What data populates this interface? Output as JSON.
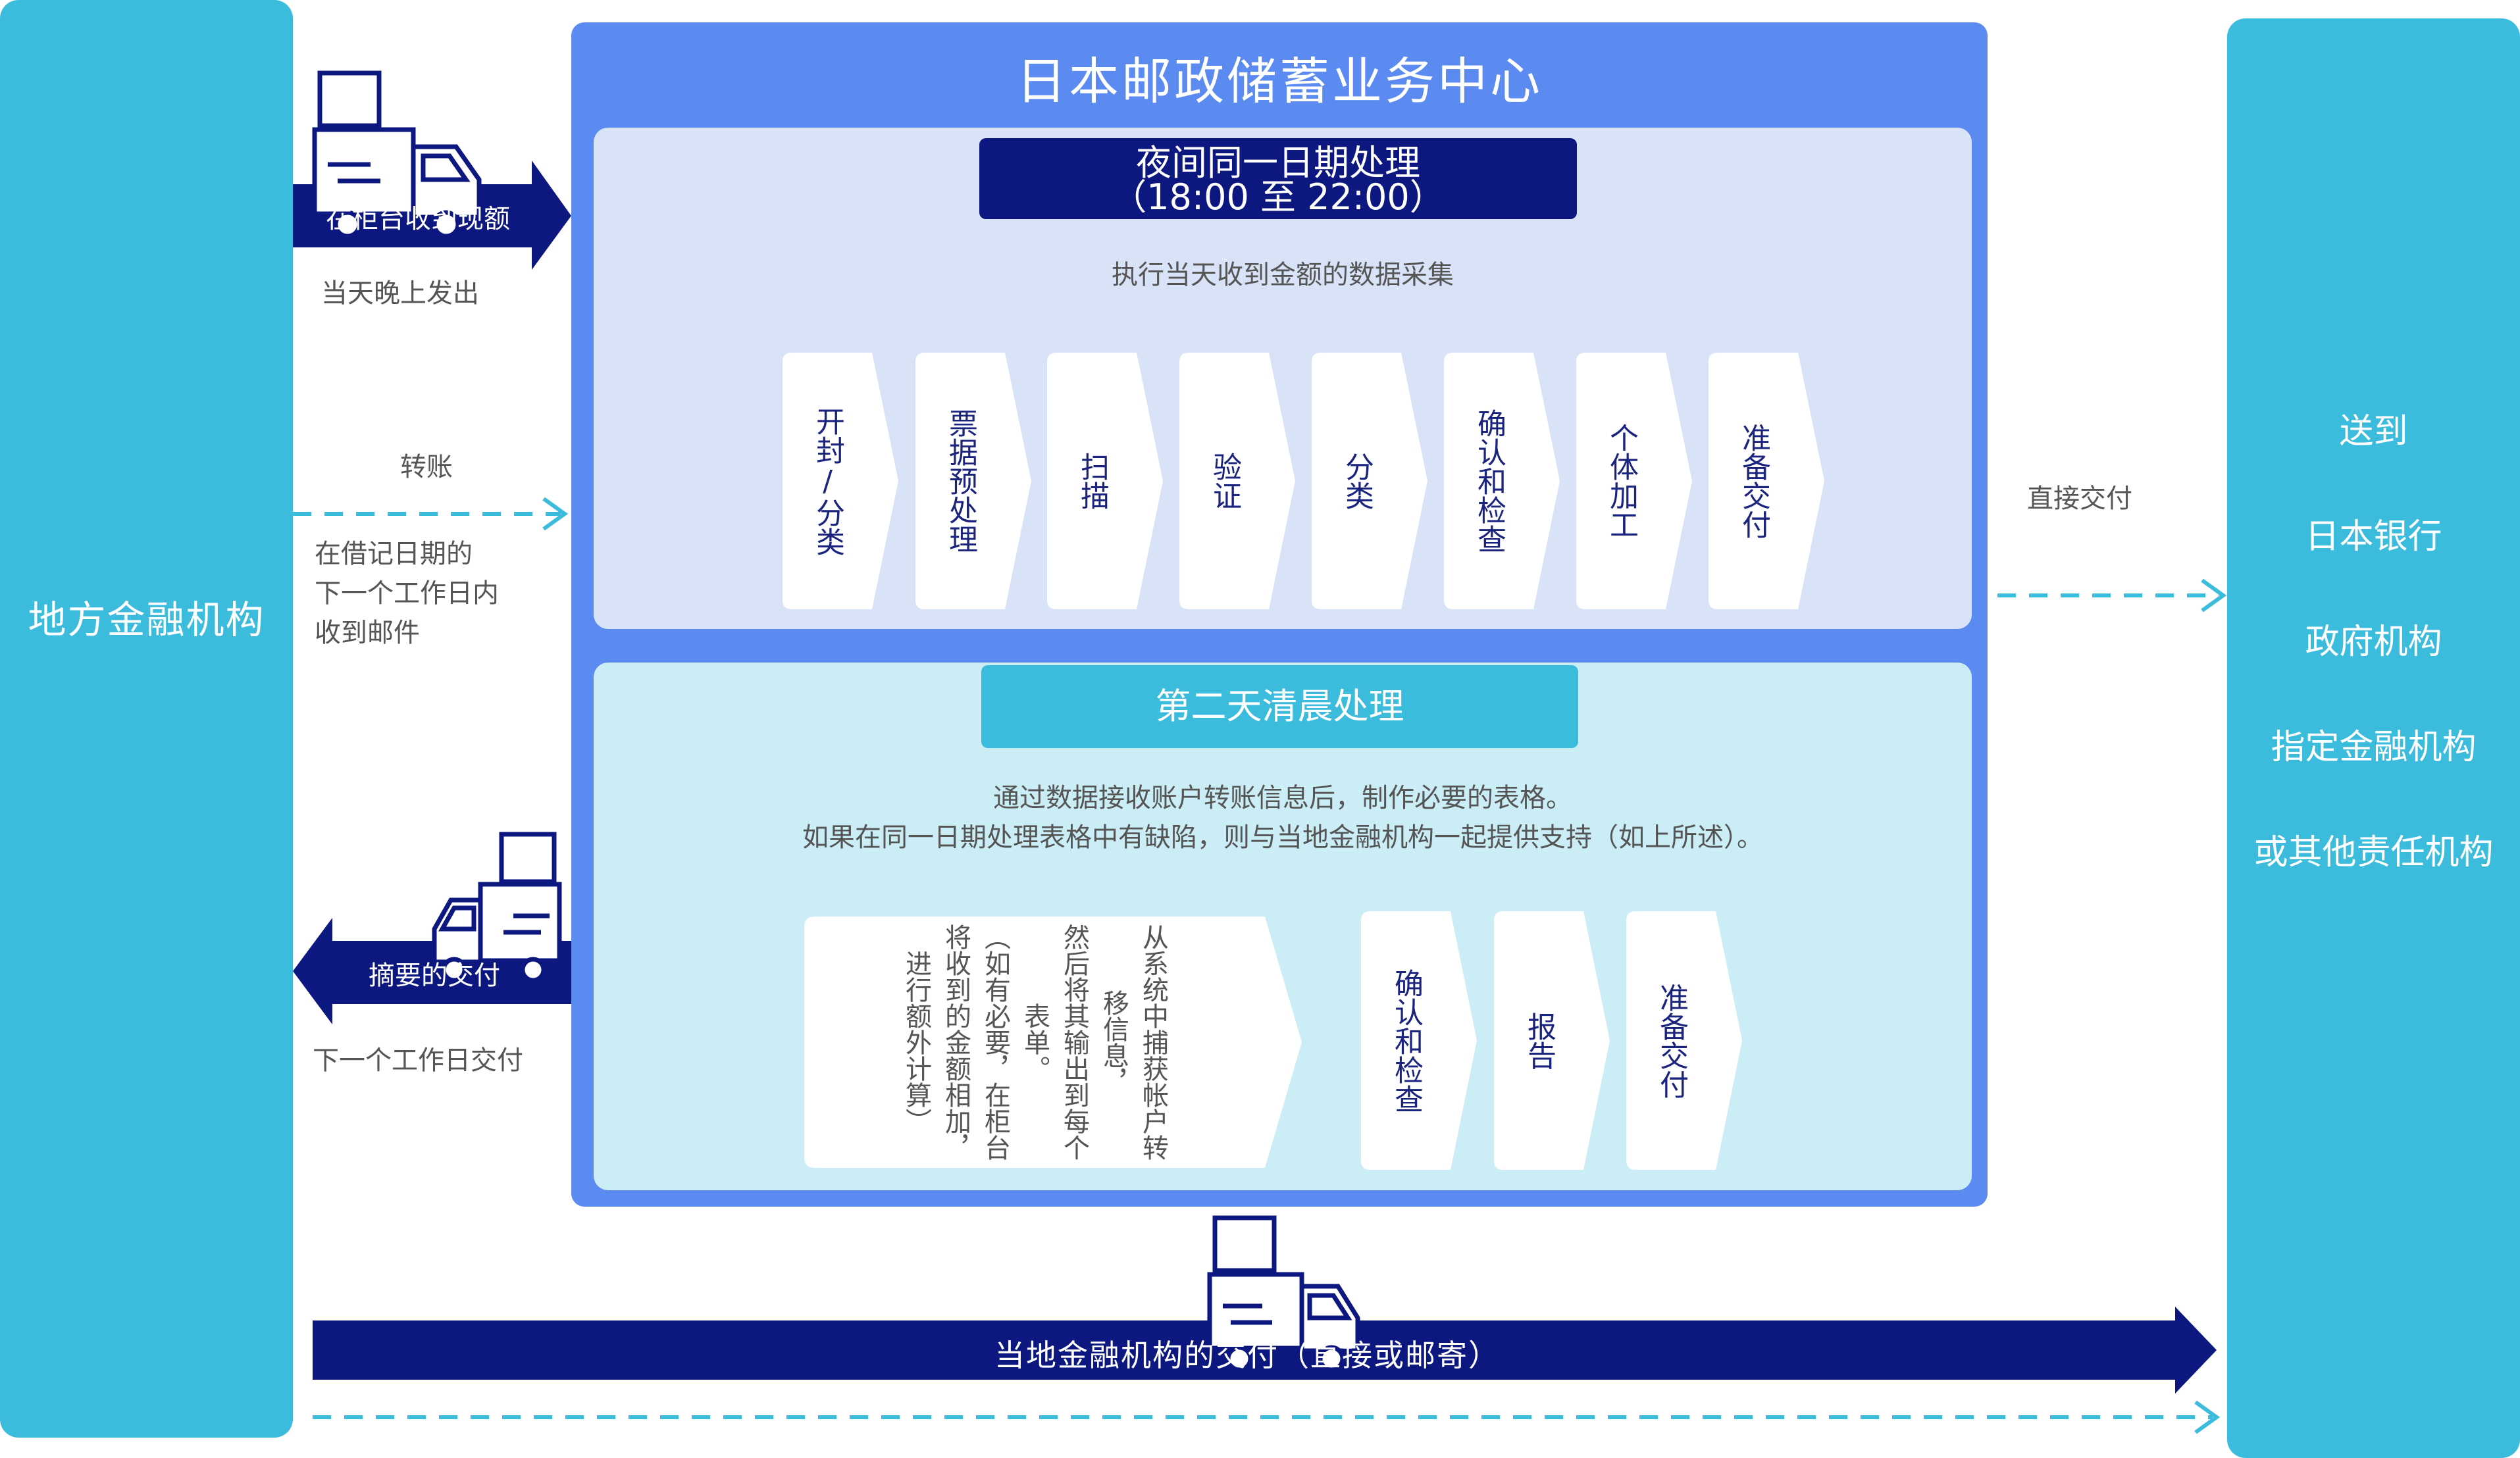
{
  "left_panel": {
    "label": "地方金融机构"
  },
  "right_panel": {
    "items": [
      "送到",
      "日本银行",
      "政府机构",
      "指定金融机构",
      "或其他责任机构"
    ]
  },
  "center": {
    "title": "日本邮政储蓄业务中心",
    "night": {
      "header_line1": "夜间同一日期处理",
      "header_line2": "（18:00 至 22:00）",
      "caption": "执行当天收到金额的数据采集",
      "steps": [
        "开封/分类",
        "票据预处理",
        "扫描",
        "验证",
        "分类",
        "确认和检查",
        "个体加工",
        "准备交付"
      ]
    },
    "morning": {
      "header": "第二天清晨处理",
      "caption_line1": "通过数据接收账户转账信息后，制作必要的表格。",
      "caption_line2": "如果在同一日期处理表格中有缺陷，则与当地金融机构一起提供支持（如上所述）。",
      "capture_lines": [
        "从系统中捕获帐户转移信息，",
        "然后将其输出到每个表单。",
        "（如有必要，在柜台将收到的金额相加，",
        "进行额外计算）"
      ],
      "steps": [
        "确认和检查",
        "报告",
        "准备交付"
      ]
    }
  },
  "flows": {
    "counter_label": "在柜台收到现额",
    "counter_note": "当天晚上发出",
    "transfer_label": "转账",
    "transfer_note_lines": [
      "在借记日期的",
      "下一个工作日内",
      "收到邮件"
    ],
    "summary_label": "摘要的交付",
    "summary_note": "下一个工作日交付",
    "direct_label": "直接交付",
    "bottom_label": "当地金融机构的交付（直接或邮寄）"
  },
  "colors": {
    "navy": "#0c1880",
    "cyan": "#3cbcdd",
    "blue": "#5b8af1",
    "panel_night": "#d9e3f7",
    "panel_morning": "#cbedf5"
  }
}
